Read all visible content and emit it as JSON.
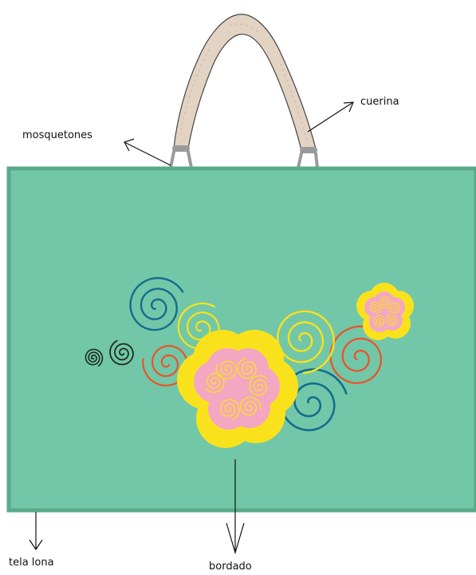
{
  "labels": {
    "mosquetones": "mosquetones",
    "cuerina": "cuerina",
    "tela_lona": "tela lona",
    "bordado": "bordado"
  },
  "colors": {
    "canvas": "#72c7a8",
    "canvas_border": "#5aa98b",
    "strap": "#e3d3c3",
    "clip": "#9a9a9a",
    "yellow": "#f9e21c",
    "pink": "#f3a7c3",
    "blue": "#136d8c",
    "orange": "#e8542b",
    "dark": "#1e2b25",
    "arrow": "#111111"
  }
}
